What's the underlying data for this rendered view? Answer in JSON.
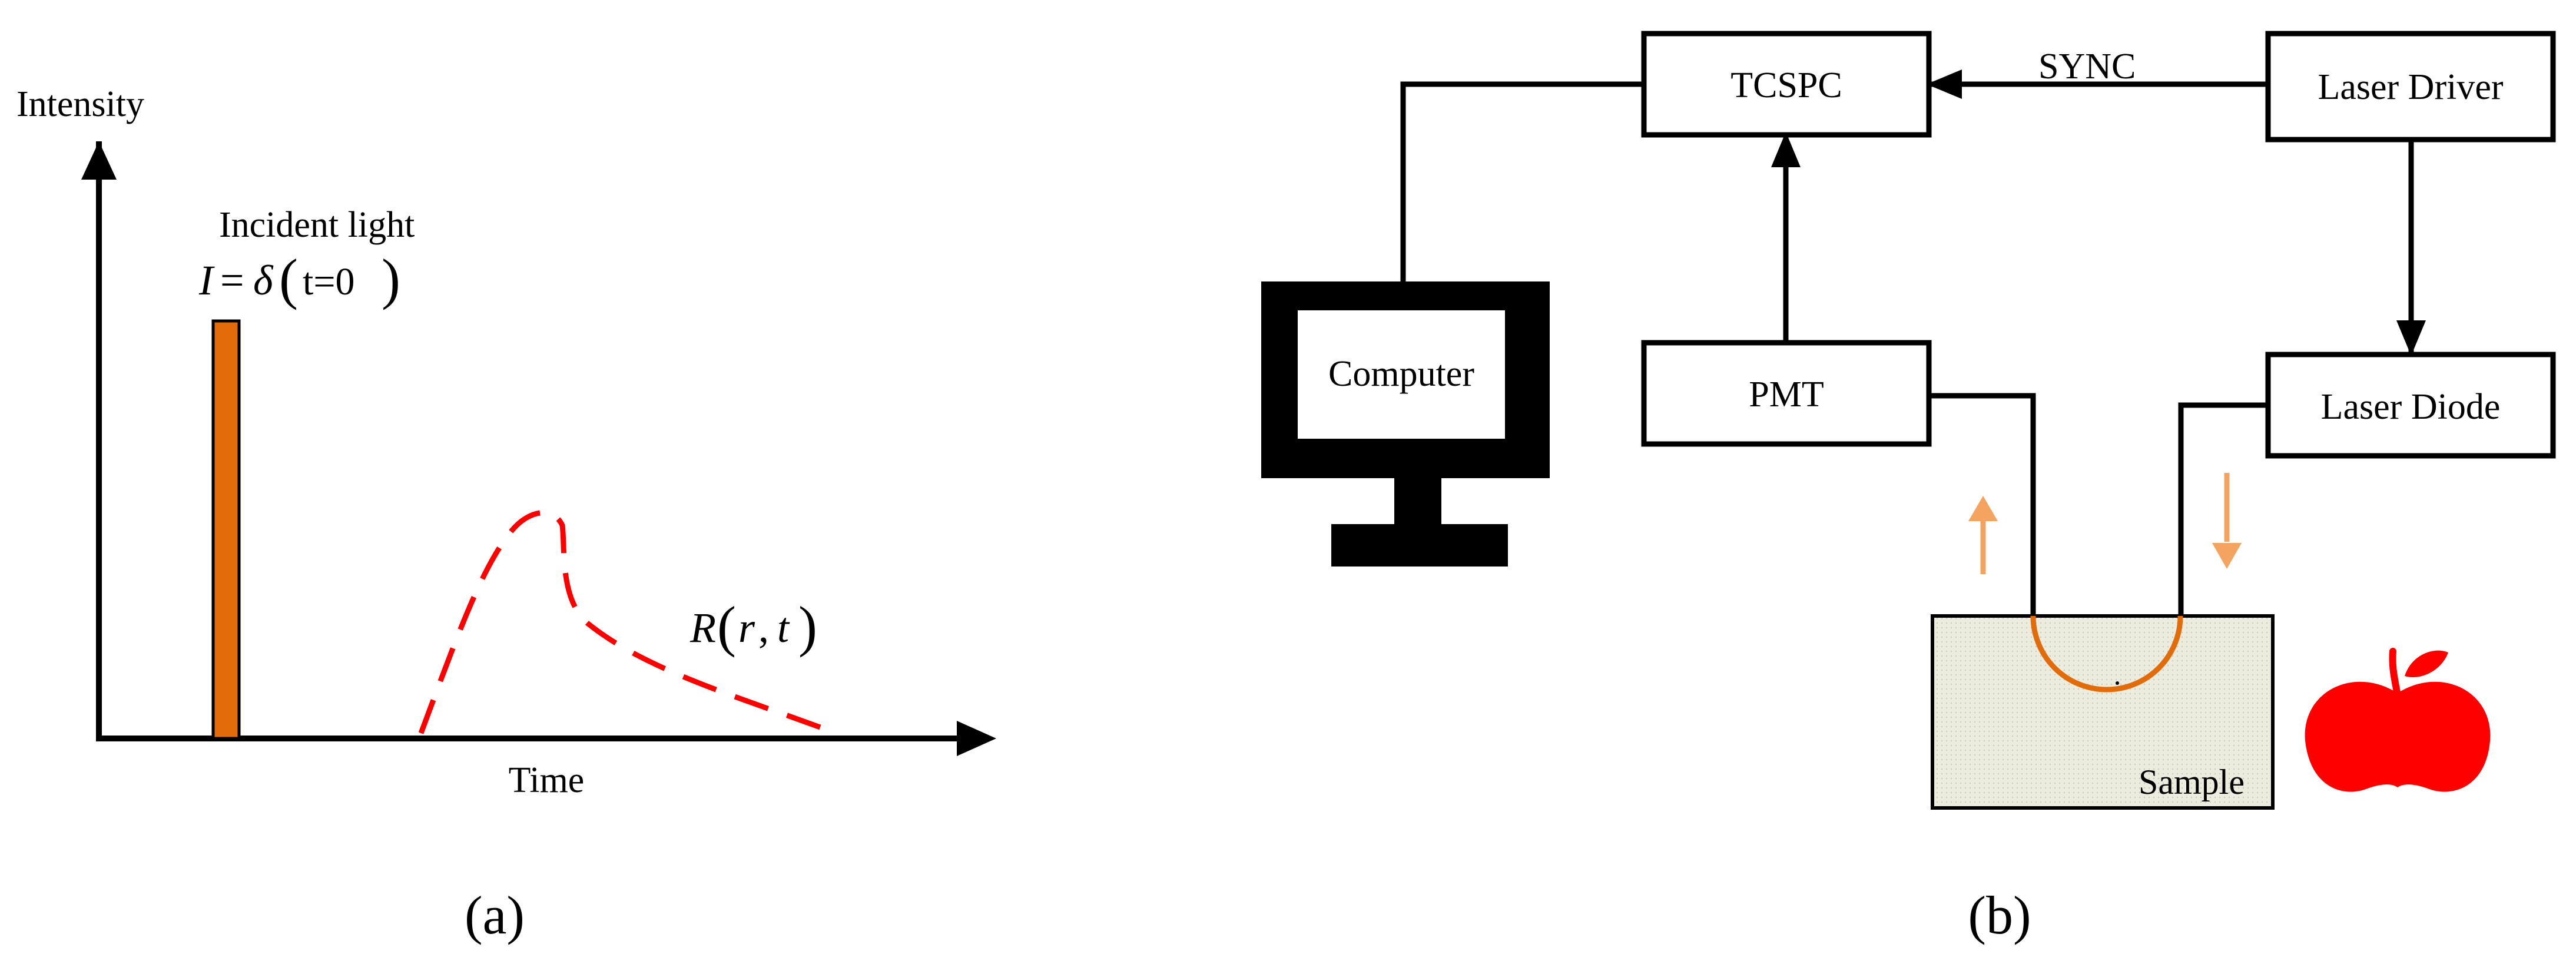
{
  "panel_a": {
    "y_axis_label": "Intensity",
    "x_axis_label": "Time",
    "incident_label": "Incident light",
    "incident_formula": {
      "lhs": "I",
      "eq": "=",
      "delta": "δ",
      "lparen": "(",
      "arg": "t=0",
      "rparen": ")"
    },
    "response_formula": {
      "fn": "R",
      "lparen": "(",
      "r": "r",
      "comma": ",",
      "t": "t",
      "rparen": ")"
    },
    "caption": "(a)",
    "colors": {
      "pulse": "#e36c0a",
      "response": "#ff0000",
      "axis": "#000000"
    }
  },
  "panel_b": {
    "tcspc": "TCSPC",
    "laser_driver": "Laser Driver",
    "sync": "SYNC",
    "computer": "Computer",
    "pmt": "PMT",
    "laser_diode": "Laser Diode",
    "sample": "Sample",
    "caption": "(b)",
    "colors": {
      "fiber": "#e36c0a",
      "arrows": "#f4a460",
      "apple": "#ff0000",
      "sample_fill": "#ececdf"
    },
    "icons": {
      "apple": "apple-icon",
      "computer": "monitor-icon"
    }
  }
}
